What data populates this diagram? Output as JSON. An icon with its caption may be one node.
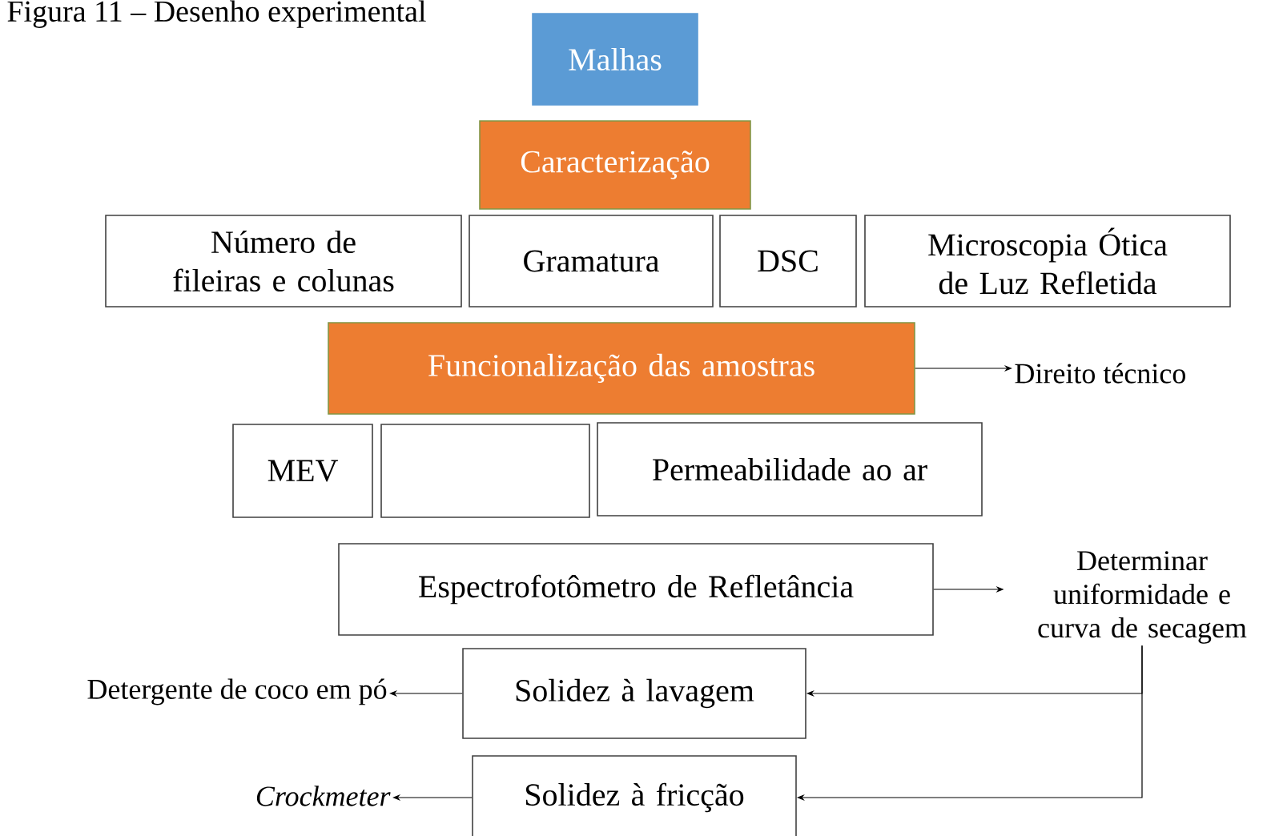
{
  "diagram": {
    "title": "Figura 11 – Desenho experimental",
    "nodes": [
      {
        "text": [
          "Malhas"
        ]
      },
      {
        "text": [
          "Caracterização"
        ]
      },
      {
        "text": [
          "Número de fileiras e colunas"
        ]
      },
      {
        "text": [
          "Gramatura"
        ]
      },
      {
        "text": [
          "DSC"
        ]
      },
      {
        "text": [
          "Microscopia Ótica de Luz Refletida"
        ]
      },
      {
        "text": [
          "Funcionalização das amostras"
        ]
      },
      {
        "text": [
          "Direito técnico"
        ]
      },
      {
        "text": [
          "MEV"
        ]
      },
      {
        "text": [],
        "shape": "box"
      },
      {
        "text": [
          "Permeabilidade ao ar"
        ]
      },
      {
        "text": [
          "Espectrofotômetro de Refletância"
        ]
      },
      {
        "text": [
          "Determinar uniformidade e curva de secagem"
        ]
      },
      {
        "text": [
          "Solidez à lavagem"
        ]
      },
      {
        "text": [
          "Detergente de coco em pó"
        ]
      },
      {
        "text": [
          "Solidez à fricção"
        ]
      },
      {
        "text": [
          "*Crockmeter*"
        ]
      }
    ],
    "edges": [
      {
        "from": 6,
        "to": 7,
        "arrow": "to"
      },
      {
        "from": 11,
        "to": 12,
        "arrow": "to"
      },
      {
        "from": 13,
        "to": 14,
        "arrow": "to"
      },
      {
        "from": 15,
        "to": 16,
        "arrow": "to"
      },
      {
        "from": 12,
        "to": 13,
        "arrow": "to"
      },
      {
        "from": 12,
        "to": 15,
        "arrow": "to"
      }
    ]
  }
}
